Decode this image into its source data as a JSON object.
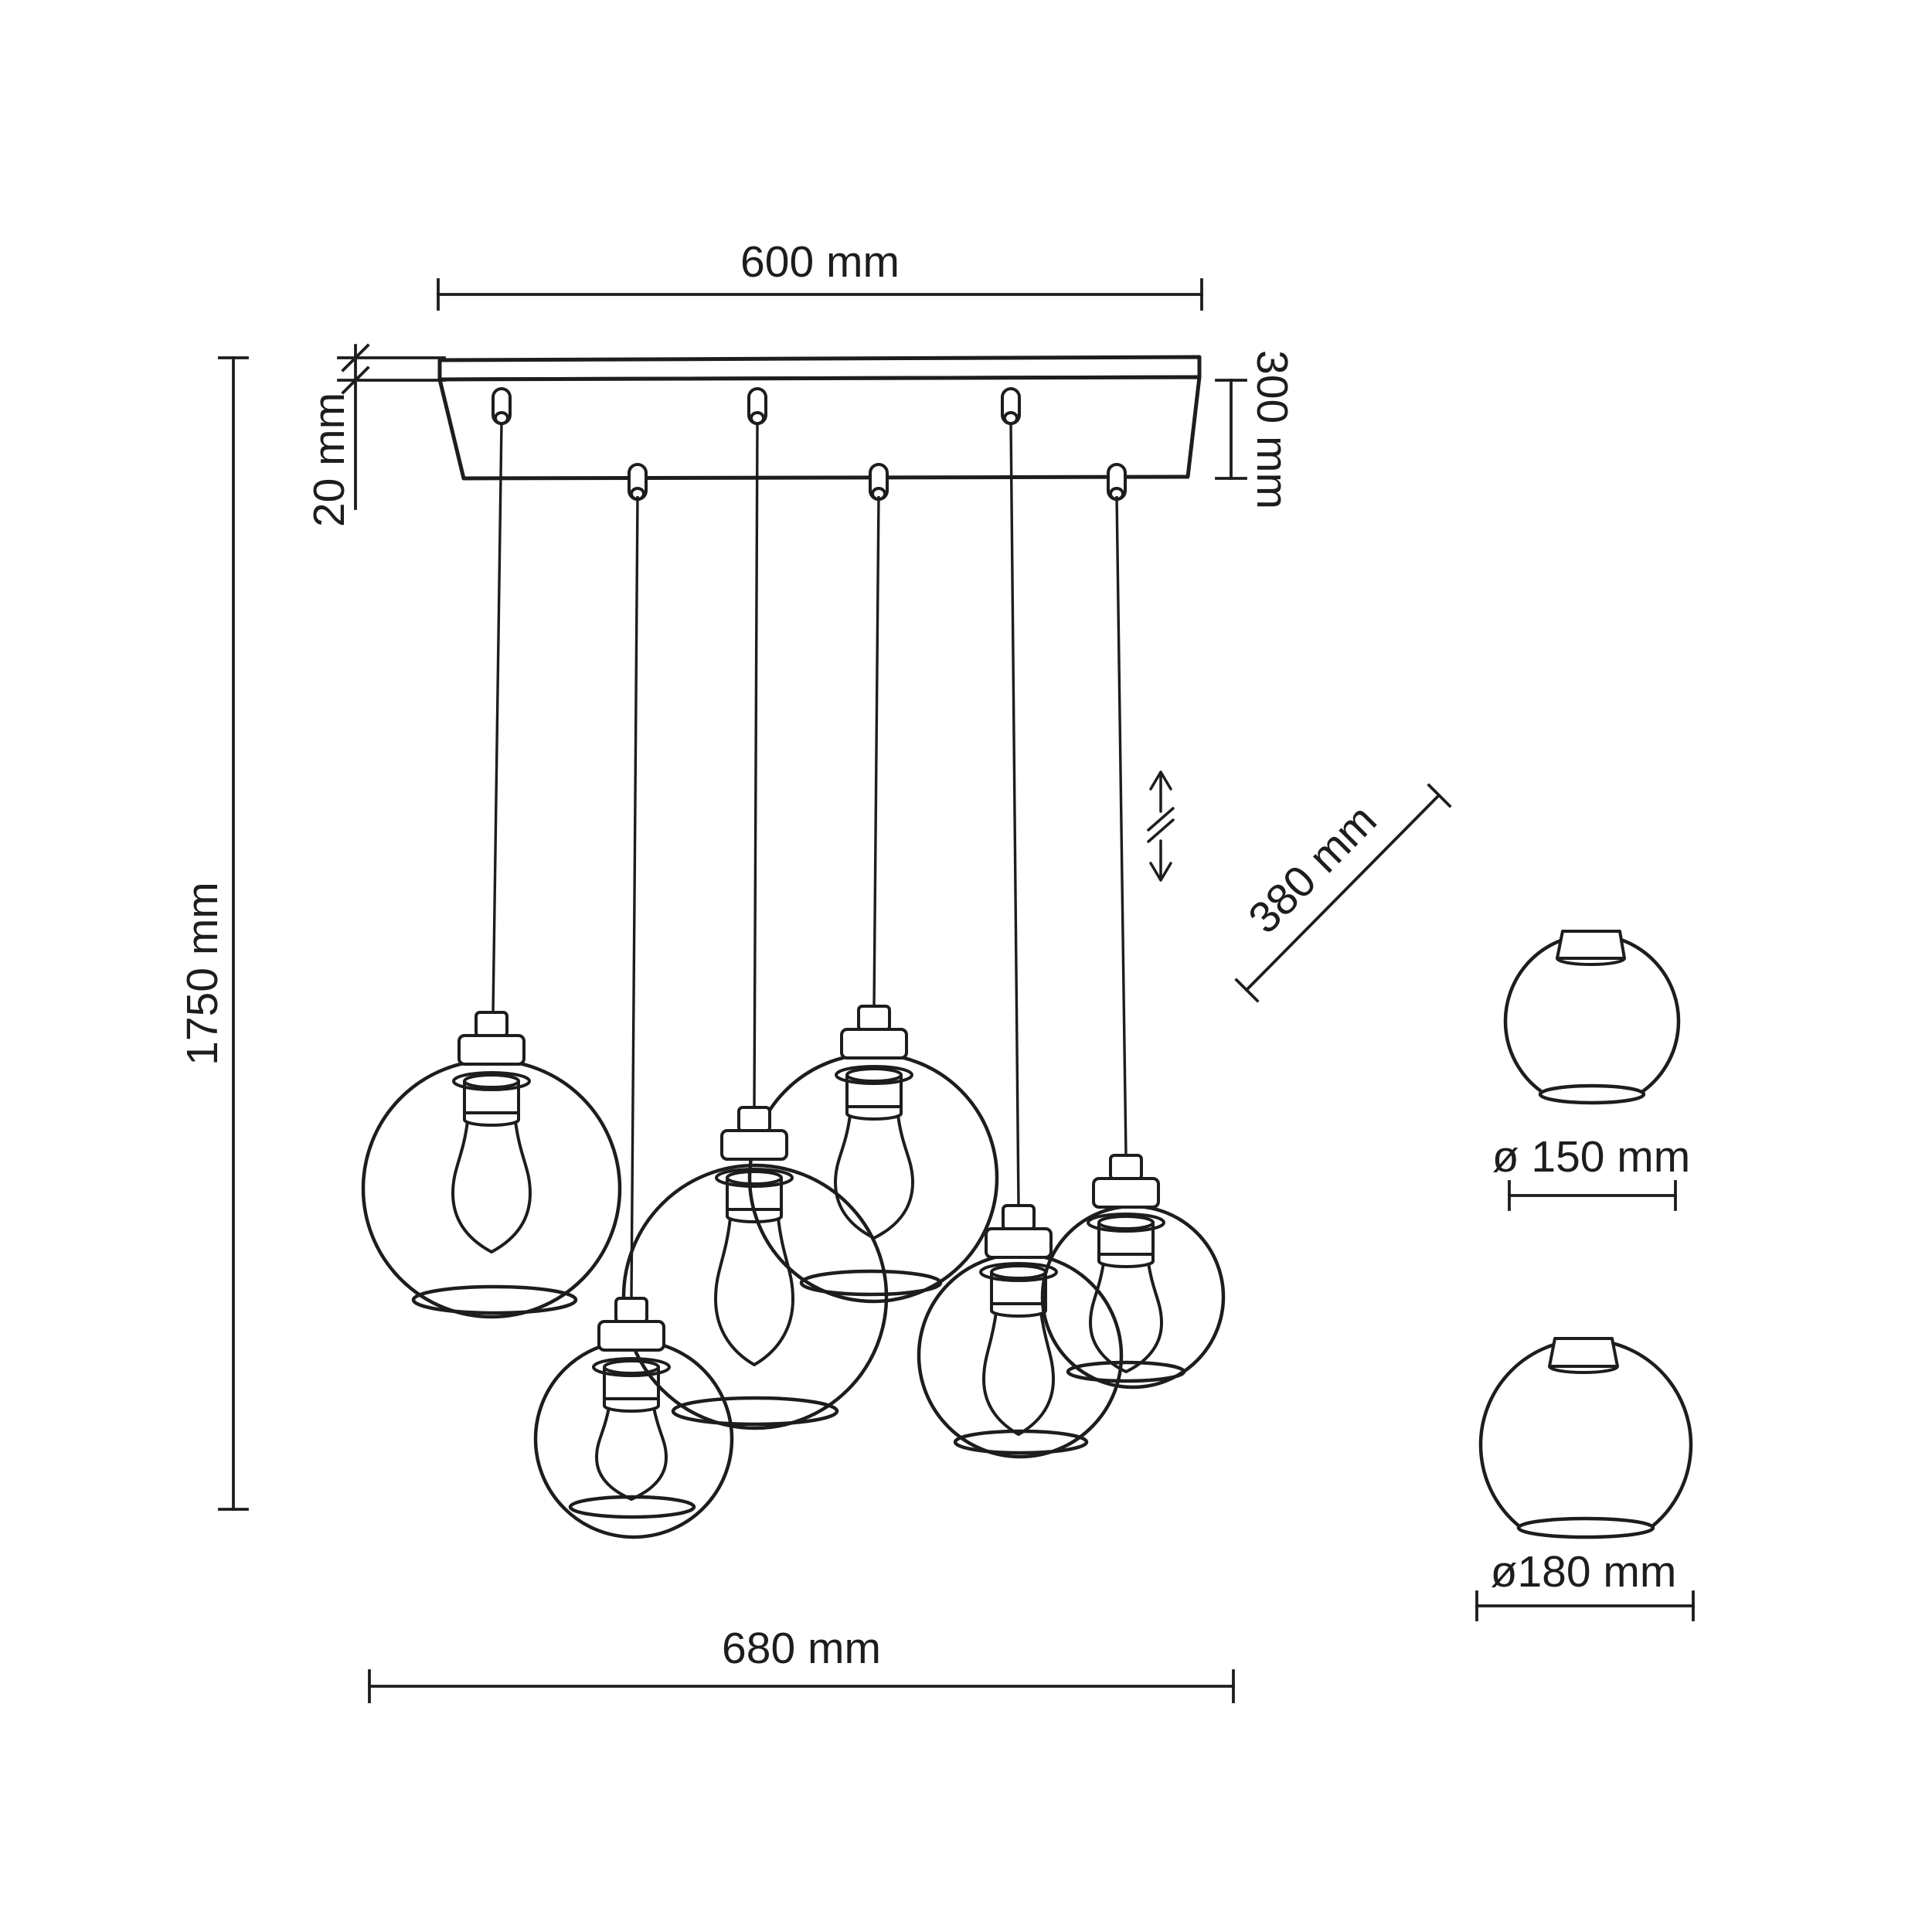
{
  "page": {
    "background": "#ffffff",
    "line_color": "#1d1d1b"
  },
  "labels": {
    "canopy_width": "600 mm",
    "canopy_thickness": "20 mm",
    "canopy_depth": "300 mm",
    "total_height": "1750 mm",
    "cord_length": "380 mm",
    "total_spread": "680 mm",
    "small_globe_diameter": "ø 150 mm",
    "large_globe_diameter": "ø180 mm"
  },
  "diagram": {
    "type": "technical-line-drawing",
    "subject": "six-light pendant ceiling lamp with round glass shades and filament bulbs",
    "canopy": {
      "width_mm": 600,
      "depth_mm": 300,
      "thickness_mm": 20,
      "cord_grips": 6
    },
    "overall": {
      "height_mm": 1750,
      "spread_mm": 680,
      "cord_adjustable_mm": 380
    },
    "globes": {
      "count": 6,
      "small_diameter_mm": 150,
      "large_diameter_mm": 180
    },
    "detail_views": [
      "globe ø 150 mm",
      "globe ø180 mm"
    ]
  }
}
